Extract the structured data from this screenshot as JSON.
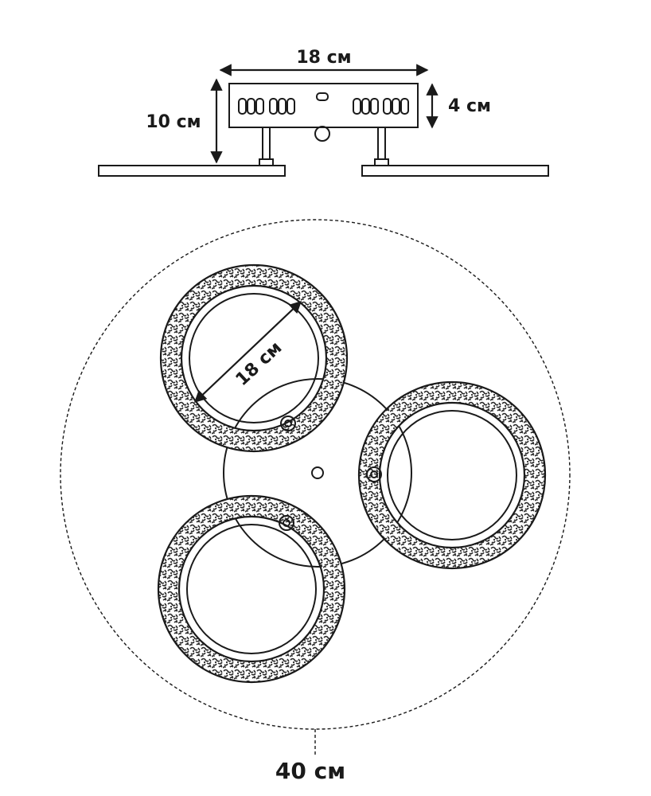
{
  "side_view": {
    "width_label": "18 см",
    "height_label": "10 см",
    "depth_label": "4 см"
  },
  "top_view": {
    "ring_diameter_label": "18 см",
    "overall_diameter_label": "40 см"
  },
  "colors": {
    "line": "#1a1a1a",
    "texture": "#2a2a2a",
    "background": "#ffffff"
  }
}
